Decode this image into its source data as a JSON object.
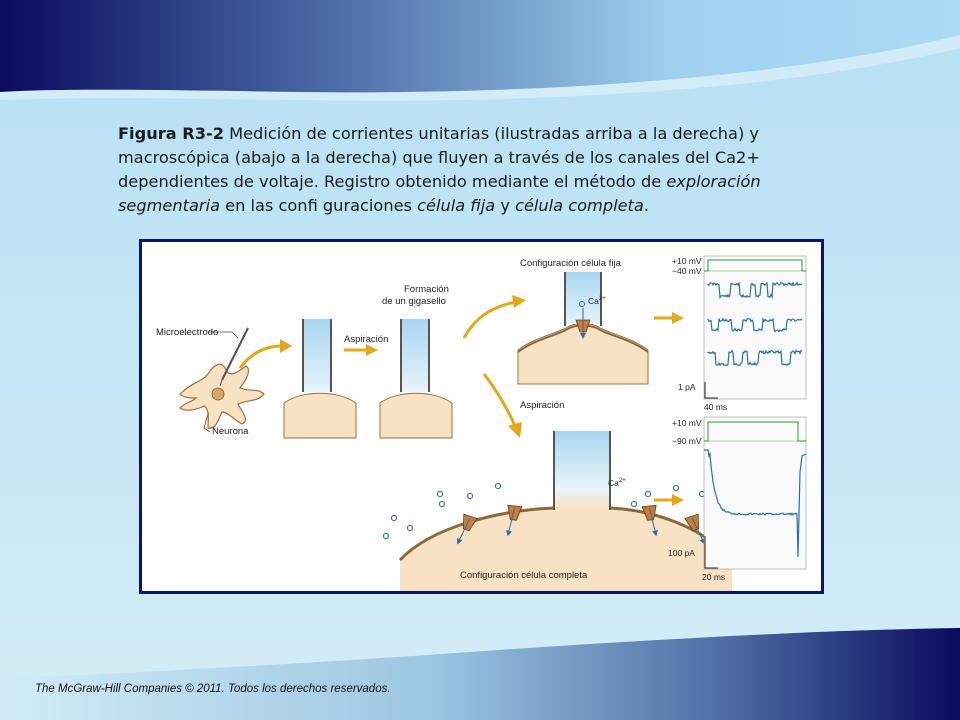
{
  "slide": {
    "caption": {
      "figure_number": "Figura R3-2",
      "text_part1": " Medición de corrientes unitarias (ilustradas arriba a la derecha) y macroscópica (abajo a la derecha) que fluyen a través de los canales del Ca2+ dependientes de voltaje. Registro obtenido mediante el método de ",
      "italic1": "exploración segmentaria",
      "text_part2": " en las confi guraciones ",
      "italic2": "célula fija",
      "text_part3": " y ",
      "italic3": "célula completa",
      "text_part4": "."
    },
    "footer": "The McGraw-Hill Companies © 2011. Todos los derechos reservados.",
    "colors": {
      "header_dark": "#0a0a5e",
      "header_light": "#a9d9f4",
      "frame_border": "#0b1766",
      "arrow": "#e2a81a",
      "tissue": "#f8e2c4",
      "trace": "#2a6faa",
      "command": "#2e9a3a"
    }
  },
  "figure": {
    "labels": {
      "microelectrode": "Microelectrodo",
      "neuron": "Neurona",
      "suction1": "Aspiración",
      "gigaseal_line1": "Formación",
      "gigaseal_line2": "de un gigasello",
      "cell_attached": "Configuración célula fija",
      "suction2": "Aspiración",
      "whole_cell": "Configuración célula completa",
      "ca_top": "Ca",
      "ca_bottom": "Ca",
      "ca_sup": "2+"
    },
    "top_recording": {
      "v_hold": "+10 mV",
      "v_rest": "−40 mV",
      "scale_current": "1 pA",
      "scale_time": "40 ms"
    },
    "bottom_recording": {
      "v_hold": "+10 mV",
      "v_rest": "−90 mV",
      "scale_current": "100 pA",
      "scale_time": "20 ms"
    }
  }
}
